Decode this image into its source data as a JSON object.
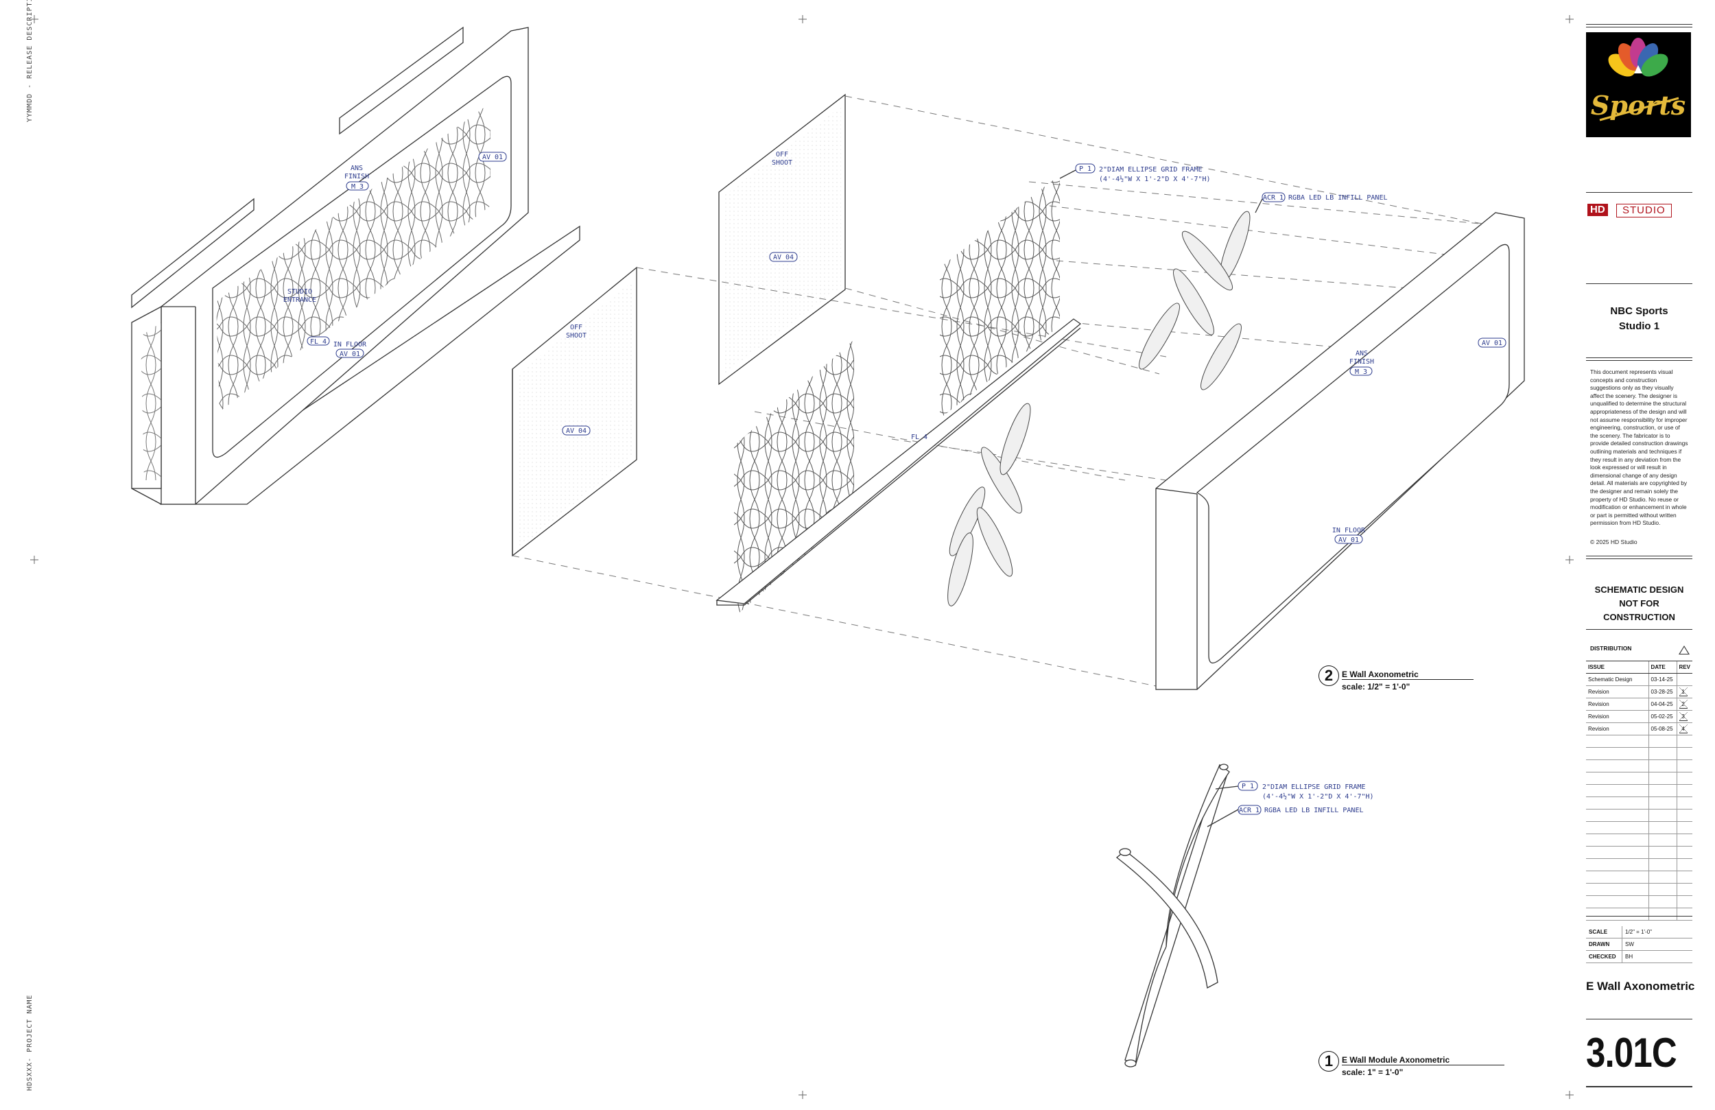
{
  "margin_notes": {
    "release": "YYMMDD - RELEASE DESCRIPTION",
    "project": "HDSXXX- PROJECT NAME"
  },
  "callouts": {
    "av01": "AV 01",
    "av04": "AV 04",
    "fl4": "FL 4",
    "m3": "M 3",
    "p1": "P 1",
    "acr1": "ACR 1",
    "ans_finish": [
      "ANS",
      "FINISH"
    ],
    "studio_entrance": [
      "STUDIO",
      "ENTRANCE"
    ],
    "in_floor": "IN FLOOR",
    "off_shoot": [
      "OFF",
      "SHOOT"
    ],
    "frame_desc": [
      "2\"DIAM ELLIPSE GRID FRAME",
      "(4'-4½\"W X 1'-2\"D X 4'-7\"H)"
    ],
    "panel_desc": "RGBA LED LB INFILL PANEL"
  },
  "views": [
    {
      "number": "2",
      "title": "E Wall Axonometric",
      "scale": "scale:  1/2\" = 1'-0\""
    },
    {
      "number": "1",
      "title": "E Wall Module Axonometric",
      "scale": "scale:  1\" = 1'-0\""
    }
  ],
  "title_block": {
    "logo_text": "Sports",
    "studio_logo": {
      "a": "HD",
      "b": "STUDIO"
    },
    "project_name": [
      "NBC Sports",
      "Studio 1"
    ],
    "disclaimer": "This document represents visual concepts and construction suggestions only as they visually affect the scenery. The designer is unqualified to determine the structural appropriateness of the design and will not assume responsibility for improper engineering, construction, or use of the scenery. The fabricator is to provide detailed construction drawings outlining materials and techniques if they result in any deviation from the look expressed or will result in dimensional change of any design detail. All materials are copyrighted by the designer and remain solely the property of HD Studio. No reuse or modification or enhancement in whole or part is permitted without written permission from HD Studio.",
    "copyright": "©  2025 HD Studio",
    "status": [
      "SCHEMATIC DESIGN",
      "NOT FOR CONSTRUCTION"
    ],
    "distribution_label": "DISTRIBUTION",
    "issue_headers": {
      "issue": "ISSUE",
      "date": "DATE",
      "rev": "REV"
    },
    "issues": [
      {
        "issue": "Schematic Design",
        "date": "03-14-25",
        "rev": ""
      },
      {
        "issue": "Revision",
        "date": "03-28-25",
        "rev": "1"
      },
      {
        "issue": "Revision",
        "date": "04-04-25",
        "rev": "2"
      },
      {
        "issue": "Revision",
        "date": "05-02-25",
        "rev": "3"
      },
      {
        "issue": "Revision",
        "date": "05-08-25",
        "rev": "4"
      }
    ],
    "meta": [
      {
        "key": "SCALE",
        "value": "1/2\" = 1'-0\""
      },
      {
        "key": "DRAWN",
        "value": "SW"
      },
      {
        "key": "CHECKED",
        "value": "BH"
      }
    ],
    "sheet_name": "E Wall Axonometric",
    "sheet_number": "3.01C"
  }
}
